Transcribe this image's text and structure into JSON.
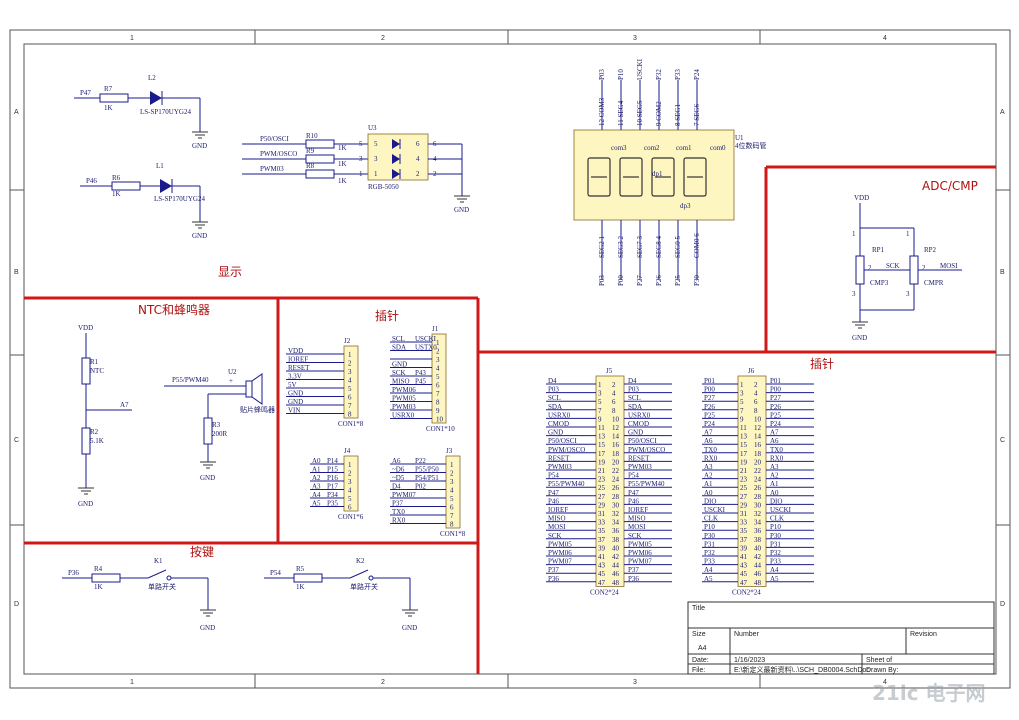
{
  "frame": {
    "cols": [
      "1",
      "2",
      "3",
      "4"
    ],
    "rows": [
      "A",
      "B",
      "C",
      "D"
    ]
  },
  "sections": {
    "display": "显示",
    "ntc_buzzer": "NTC和蜂鸣器",
    "header_a": "插针",
    "header_b": "插针",
    "keys": "按键",
    "adc": "ADC/CMP"
  },
  "leds": [
    {
      "net": "P47",
      "res": "R7",
      "res_val": "1K",
      "ref": "L2",
      "part": "LS-SP170UYG24"
    },
    {
      "net": "P46",
      "res": "R6",
      "res_val": "1K",
      "ref": "L1",
      "part": "LS-SP170UYG24"
    }
  ],
  "rgb": {
    "ref": "U3",
    "part": "RGB-5050",
    "inputs": [
      {
        "net": "P50/OSCI",
        "res": "R10",
        "val": "1K"
      },
      {
        "net": "PWM/OSCO",
        "res": "R9",
        "val": "1K"
      },
      {
        "net": "PWM03",
        "res": "R8",
        "val": "1K"
      }
    ],
    "pins_left": [
      "5",
      "3",
      "1"
    ],
    "pins_right": [
      "6",
      "4",
      "2"
    ],
    "gnd": "GND"
  },
  "seg": {
    "ref": "U1",
    "part": "4位数码管",
    "top_nets": [
      "P03",
      "P10",
      "USCKI",
      "P32",
      "P33",
      "P24"
    ],
    "top_pins": [
      "12 COM3",
      "11 SEG4",
      "10 SEG5",
      "9 COM2",
      "8 SEG1",
      "7 SEG6"
    ],
    "bottom_pins": [
      "SEG2 1",
      "SEG3 2",
      "SEG7 3",
      "SEG8 4",
      "SEG0 5",
      "COM0 6"
    ],
    "bottom_nets": [
      "P03",
      "P00",
      "P27",
      "P26",
      "P25",
      "P30"
    ],
    "labels": [
      "com3",
      "com2",
      "com1",
      "com0",
      "dp1",
      "dp3"
    ]
  },
  "adc": {
    "vdd": "VDD",
    "gnd": "GND",
    "rp1": {
      "ref": "RP1",
      "net": "CMP3",
      "pin": "2"
    },
    "rp2": {
      "ref": "RP2",
      "net": "CMPR",
      "pin": "2"
    },
    "sck": "SCK",
    "mosi": "MOSI",
    "pin_top": "1",
    "pin_bot": "3"
  },
  "ntc": {
    "vdd": "VDD",
    "r1": "R1",
    "r1_val": "NTC",
    "r2": "R2",
    "r2_val": "5.1K",
    "net": "A7",
    "gnd": "GND",
    "buzzer": {
      "net": "P55/PWM40",
      "ref": "U2",
      "part": "贴片蜂鸣器",
      "plus": "+",
      "r": "R3",
      "r_val": "200R",
      "gnd": "GND"
    }
  },
  "j2": {
    "ref": "J2",
    "part": "CON1*8",
    "nets": [
      "VDD",
      "IOREF",
      "RESET",
      "3.3V",
      "5V",
      "GND",
      "GND",
      "VIN"
    ],
    "pins": [
      "1",
      "2",
      "3",
      "4",
      "5",
      "6",
      "7",
      "8"
    ]
  },
  "j1": {
    "ref": "J1",
    "part": "CON1*10",
    "nets": [
      "SCL",
      "SDA",
      "",
      "GND",
      "SCK",
      "MISO",
      "PWM06",
      "PWM05",
      "PWM03",
      "USRX0"
    ],
    "nets2": [
      "USCKI",
      "USTX0",
      "",
      "",
      "P43",
      "P45",
      "",
      "",
      "",
      ""
    ],
    "pins": [
      "1",
      "2",
      "3",
      "4",
      "5",
      "6",
      "7",
      "8",
      "9",
      "10"
    ]
  },
  "j4": {
    "ref": "J4",
    "part": "CON1*6",
    "nets": [
      "A0",
      "A1",
      "A2",
      "A3",
      "A4",
      "A5"
    ],
    "nets2": [
      "P14",
      "P15",
      "P16",
      "P17",
      "P34",
      "P35"
    ],
    "pins": [
      "1",
      "2",
      "3",
      "4",
      "5",
      "6"
    ]
  },
  "j3": {
    "ref": "J3",
    "part": "CON1*8",
    "nets": [
      "A6",
      "~D6",
      "~D5",
      "D4",
      "PWM07",
      "P37",
      "TX0",
      "RX0"
    ],
    "nets2": [
      "P22",
      "P55/P50",
      "P54/P51",
      "P02",
      "",
      "",
      "",
      ""
    ],
    "pins": [
      "1",
      "2",
      "3",
      "4",
      "5",
      "6",
      "7",
      "8"
    ]
  },
  "j5": {
    "ref": "J5",
    "part": "CON2*24",
    "left": [
      "D4",
      "P03",
      "SCL",
      "SDA",
      "USRX0",
      "CMOD",
      "GND",
      "P50/OSCI",
      "PWM/OSCO",
      "RESET",
      "PWM03",
      "P54",
      "P55/PWM40",
      "P47",
      "P46",
      "IOREF",
      "MISO",
      "MOSI",
      "SCK",
      "PWM05",
      "PWM06",
      "PWM07",
      "P37",
      "P36"
    ],
    "right": [
      "D4",
      "P03",
      "SCL",
      "SDA",
      "USRX0",
      "CMOD",
      "GND",
      "P50/OSCI",
      "PWM/OSCO",
      "RESET",
      "PWM03",
      "P54",
      "P55/PWM40",
      "P47",
      "P46",
      "IOREF",
      "MISO",
      "MOSI",
      "SCK",
      "PWM05",
      "PWM06",
      "PWM07",
      "P37",
      "P36"
    ]
  },
  "j6": {
    "ref": "J6",
    "part": "CON2*24",
    "left": [
      "P01",
      "P00",
      "P27",
      "P26",
      "P25",
      "P24",
      "A7",
      "A6",
      "TX0",
      "RX0",
      "A3",
      "A2",
      "A1",
      "A0",
      "DIO",
      "USCKI",
      "CLK",
      "P10",
      "P30",
      "P31",
      "P32",
      "P33",
      "A4",
      "A5"
    ],
    "right": [
      "P01",
      "P00",
      "P27",
      "P26",
      "P25",
      "P24",
      "A7",
      "A6",
      "TX0",
      "RX0",
      "A3",
      "A2",
      "A1",
      "A0",
      "DIO",
      "USCKI",
      "CLK",
      "P10",
      "P30",
      "P31",
      "P32",
      "P33",
      "A4",
      "A5"
    ]
  },
  "keys": [
    {
      "net": "P36",
      "res": "R4",
      "val": "1K",
      "ref": "K1",
      "part": "单路开关",
      "gnd": "GND"
    },
    {
      "net": "P54",
      "res": "R5",
      "val": "1K",
      "ref": "K2",
      "part": "单路开关",
      "gnd": "GND"
    }
  ],
  "title_block": {
    "title": "Title",
    "size": "Size",
    "size_val": "A4",
    "number": "Number",
    "revision": "Revision",
    "date_label": "Date:",
    "date": "1/16/2023",
    "sheet": "Sheet   of",
    "file_label": "File:",
    "file": "E:\\新定义最新资料\\..\\SCH_DB0004.SchDoc",
    "drawn": "Drawn By:"
  },
  "watermark": "21ic 电子网"
}
